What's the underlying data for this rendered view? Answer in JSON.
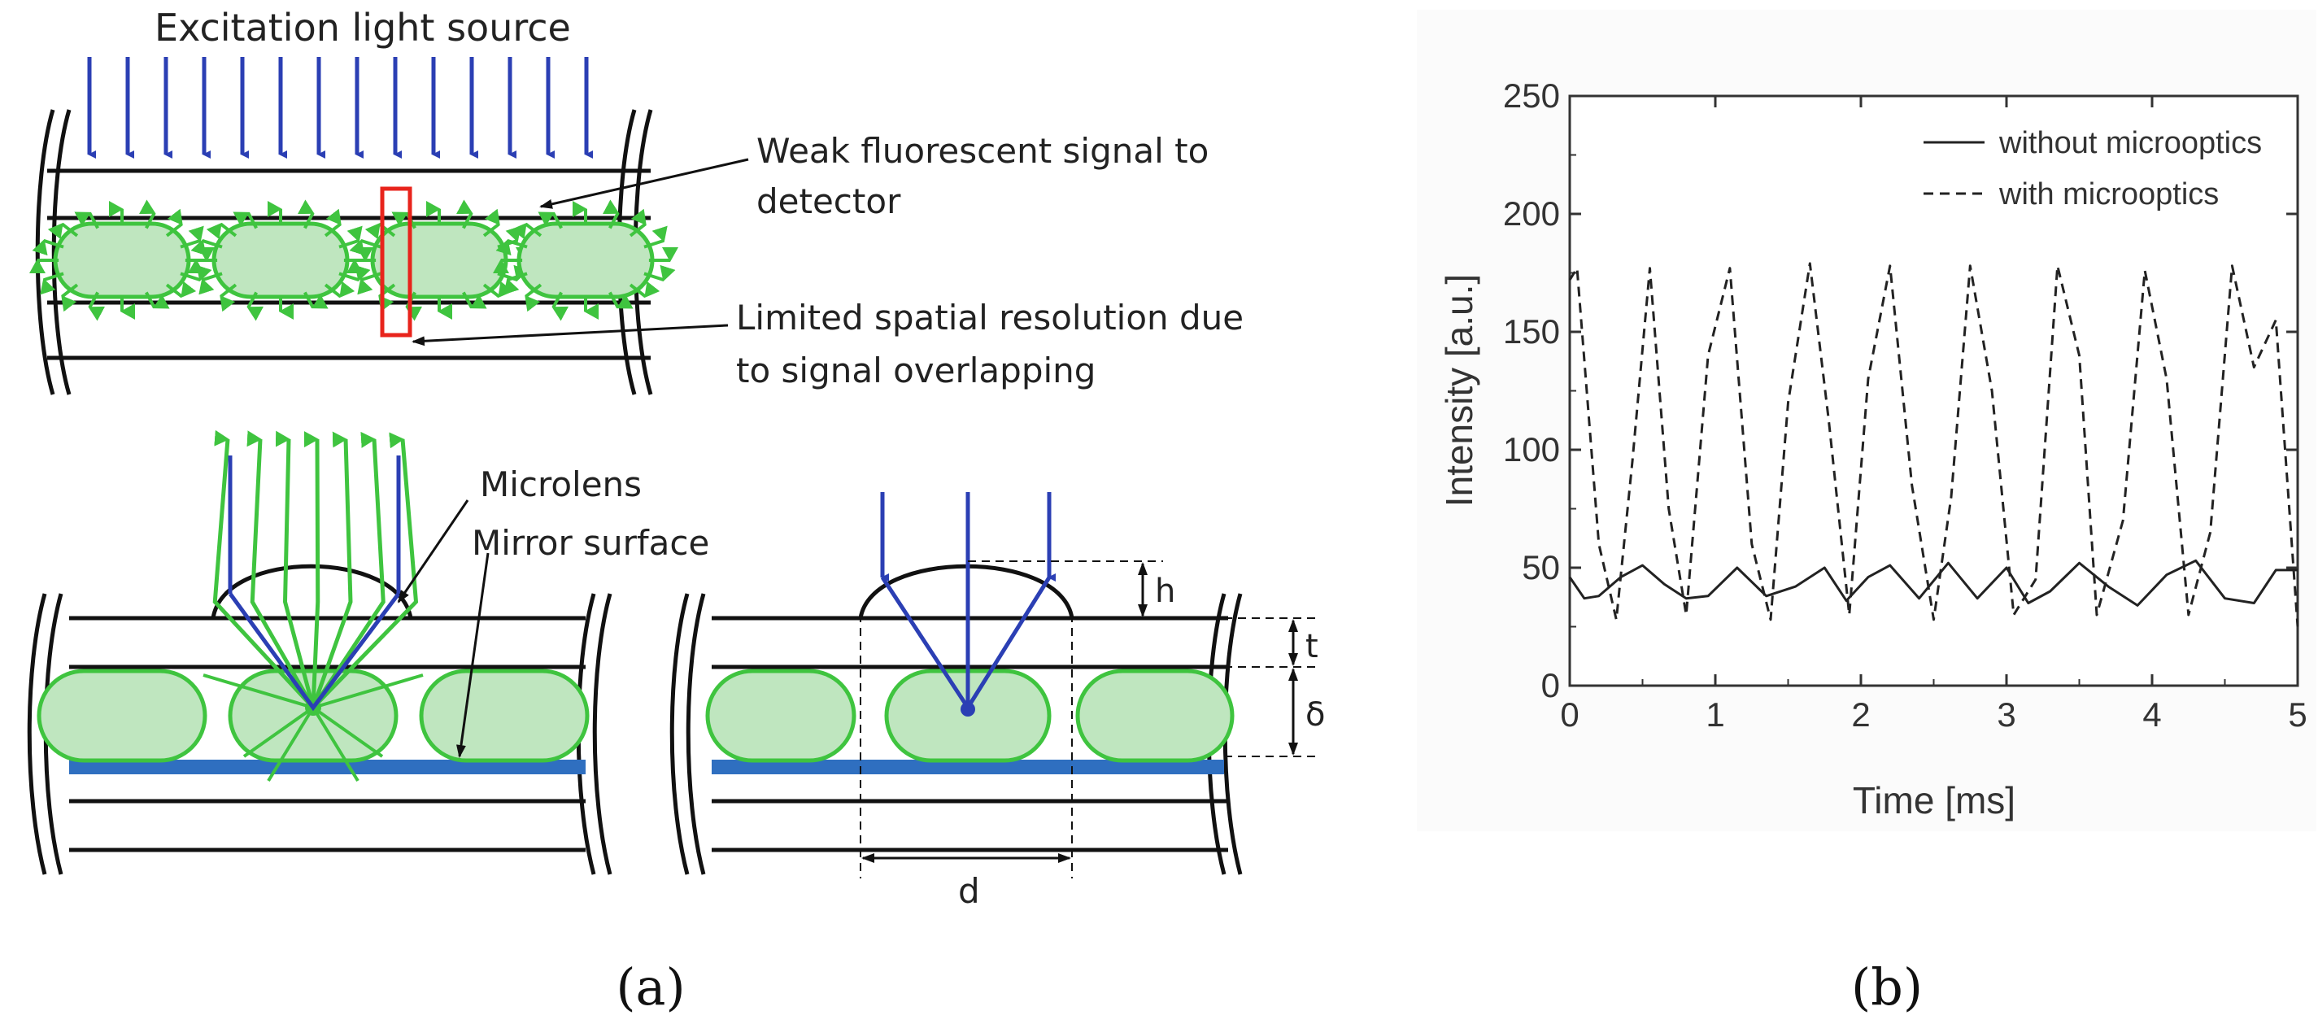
{
  "panel_a": {
    "caption": "(a)",
    "top": {
      "source_label": "Excitation light source",
      "weak_signal_label_1": "Weak fluorescent signal to",
      "weak_signal_label_2": "detector",
      "resolution_label_1": "Limited spatial resolution due",
      "resolution_label_2": "to signal overlapping"
    },
    "bottom": {
      "microlens_label": "Microlens",
      "mirror_label": "Mirror surface",
      "h_label": "h",
      "t_label": "t",
      "delta_label": "δ",
      "d_label": "d"
    },
    "colors": {
      "excitation": "#2b3fb4",
      "fluorescence": "#3fc43f",
      "droplet_fill": "#bfe6bf",
      "mirror": "#2f6fc0",
      "highlight": "#e8241c"
    }
  },
  "panel_b": {
    "caption": "(b)",
    "chart_data": {
      "type": "line",
      "xlabel": "Time [ms]",
      "ylabel": "Intensity [a.u.]",
      "xlim": [
        0,
        5
      ],
      "ylim": [
        0,
        250
      ],
      "xticks": [
        0,
        1,
        2,
        3,
        4,
        5
      ],
      "yticks": [
        0,
        50,
        100,
        150,
        200,
        250
      ],
      "legend_position": "top-right",
      "series": [
        {
          "name": "without microoptics",
          "style": "solid",
          "x": [
            0,
            0.1,
            0.2,
            0.35,
            0.5,
            0.65,
            0.8,
            0.95,
            1.15,
            1.35,
            1.55,
            1.75,
            1.9,
            2.05,
            2.2,
            2.4,
            2.6,
            2.8,
            3.0,
            3.15,
            3.3,
            3.5,
            3.7,
            3.9,
            4.1,
            4.3,
            4.5,
            4.7,
            4.85,
            5.0
          ],
          "y": [
            46,
            37,
            38,
            46,
            51,
            43,
            37,
            38,
            50,
            38,
            42,
            50,
            36,
            46,
            51,
            37,
            52,
            37,
            50,
            35,
            40,
            52,
            42,
            34,
            47,
            53,
            37,
            35,
            49,
            49
          ]
        },
        {
          "name": "with microoptics",
          "style": "dashed",
          "x": [
            0,
            0.05,
            0.2,
            0.32,
            0.43,
            0.55,
            0.68,
            0.8,
            0.95,
            1.1,
            1.25,
            1.38,
            1.5,
            1.65,
            1.78,
            1.92,
            2.05,
            2.2,
            2.35,
            2.5,
            2.62,
            2.75,
            2.9,
            3.05,
            3.2,
            3.35,
            3.5,
            3.62,
            3.8,
            3.95,
            4.1,
            4.25,
            4.4,
            4.55,
            4.7,
            4.85,
            5.0
          ],
          "y": [
            172,
            177,
            60,
            28,
            95,
            177,
            75,
            30,
            140,
            177,
            60,
            28,
            120,
            179,
            112,
            30,
            130,
            178,
            85,
            28,
            80,
            178,
            125,
            30,
            45,
            178,
            140,
            30,
            70,
            176,
            130,
            30,
            65,
            178,
            135,
            155,
            25
          ]
        }
      ]
    }
  }
}
